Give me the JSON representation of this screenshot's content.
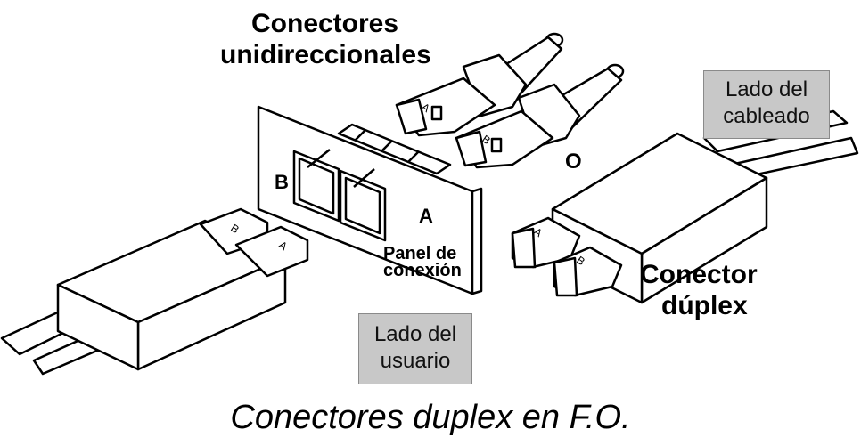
{
  "labels": {
    "unidirectional_line1": "Conectores",
    "unidirectional_line2": "unidireccionales",
    "or": "O",
    "panel_line1": "Panel de",
    "panel_line2": "conexión",
    "port_b": "B",
    "port_a": "A",
    "duplex_line1": "Conector",
    "duplex_line2": "dúplex",
    "plug_a": "A",
    "plug_b": "B"
  },
  "boxes": {
    "cabling_line1": "Lado del",
    "cabling_line2": "cableado",
    "user_line1": "Lado del",
    "user_line2": "usuario"
  },
  "caption": "Conectores duplex en F.O."
}
